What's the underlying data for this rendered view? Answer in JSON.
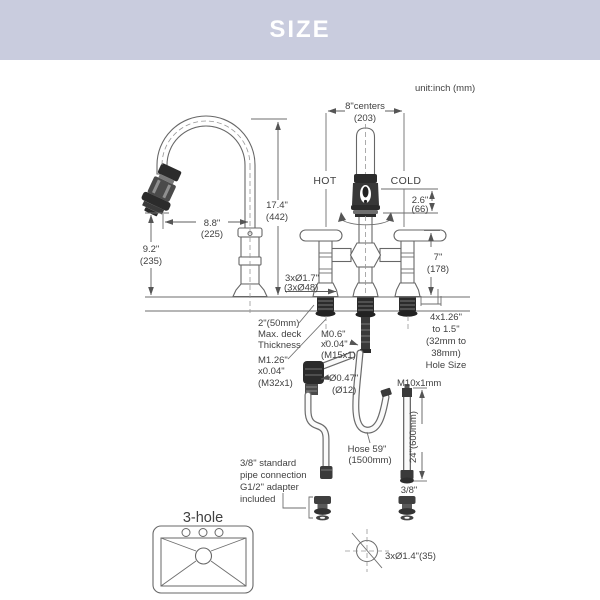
{
  "colors": {
    "banner": "#c9ccde",
    "line": "#6e6e6e",
    "text": "#414141",
    "dark_parts": "#2b2b2b"
  },
  "header": {
    "title": "SIZE"
  },
  "unit_note": "unit:inch (mm)",
  "labels": {
    "overall_height": [
      "17.4\"",
      "(442)"
    ],
    "spout_reach": [
      "8.8\"",
      "(225)"
    ],
    "spout_height": [
      "9.2\"",
      "(235)"
    ],
    "centers": [
      "8\"centers",
      "(203)"
    ],
    "hot": "HOT",
    "cold": "COLD",
    "spray_head": [
      "2.6\"",
      "(66)"
    ],
    "handle_height": [
      "7\"",
      "(178)"
    ],
    "escutcheon": [
      "3xØ1.7\"",
      "(3xØ48)"
    ],
    "deck_thickness": [
      "2\"(50mm)",
      "Max. deck",
      "Thickness"
    ],
    "spout_shank_thread": [
      "M1.26\"",
      "x0.04\"",
      "(M32x1)"
    ],
    "spray_shank_thread": [
      "M0.6\"",
      "x0.04\"",
      "(M15x1)"
    ],
    "hose_diameter": [
      "Ø0.47\"",
      "(Ø12)"
    ],
    "supply_thread": "M10x1mm",
    "hole_size": [
      "4x1.26\"",
      "to 1.5\"",
      "(32mm to",
      "38mm)",
      "Hole Size"
    ],
    "hose_length": [
      "Hose 59\"",
      "(1500mm)"
    ],
    "supply_hose_length": "24\"(600mm)",
    "supply_connection": "3/8\"",
    "adapter_note": [
      "3/8\" standard",
      "pipe connection",
      "G1/2\" adapter",
      "included"
    ],
    "sink_type": "3-hole",
    "faucet_holes": "3xØ1.4\"(35)"
  }
}
